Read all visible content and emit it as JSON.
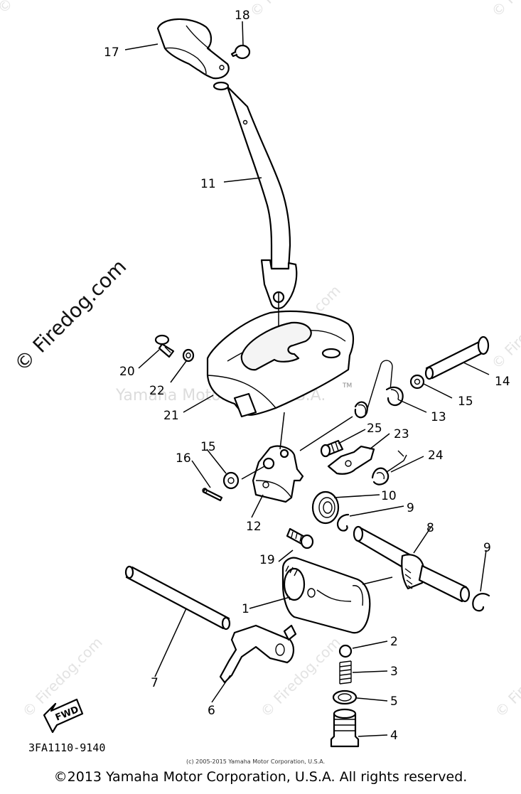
{
  "diagram": {
    "labels": {
      "l1": "1",
      "l2": "2",
      "l3": "3",
      "l4": "4",
      "l5": "5",
      "l6": "6",
      "l7": "7",
      "l8": "8",
      "l9a": "9",
      "l9b": "9",
      "l10": "10",
      "l11": "11",
      "l12": "12",
      "l13": "13",
      "l14": "14",
      "l15a": "15",
      "l15b": "15",
      "l16": "16",
      "l17": "17",
      "l18": "18",
      "l19": "19",
      "l20": "20",
      "l21": "21",
      "l22": "22",
      "l23": "23",
      "l24": "24",
      "l25": "25"
    },
    "fwd_label": "FWD",
    "part_code": "3FA1110-9140",
    "watermark_main": "© Firedog.com",
    "watermark_tile": "© Firedog.com",
    "watermark_corp": "Yamaha Motor Corp, U.S.A.",
    "tm": "TM",
    "small_copyright": "(c) 2005-2015 Yamaha Motor Corporation, U.S.A."
  },
  "footer": {
    "copyright": "©2013 Yamaha Motor Corporation, U.S.A. All rights reserved."
  }
}
